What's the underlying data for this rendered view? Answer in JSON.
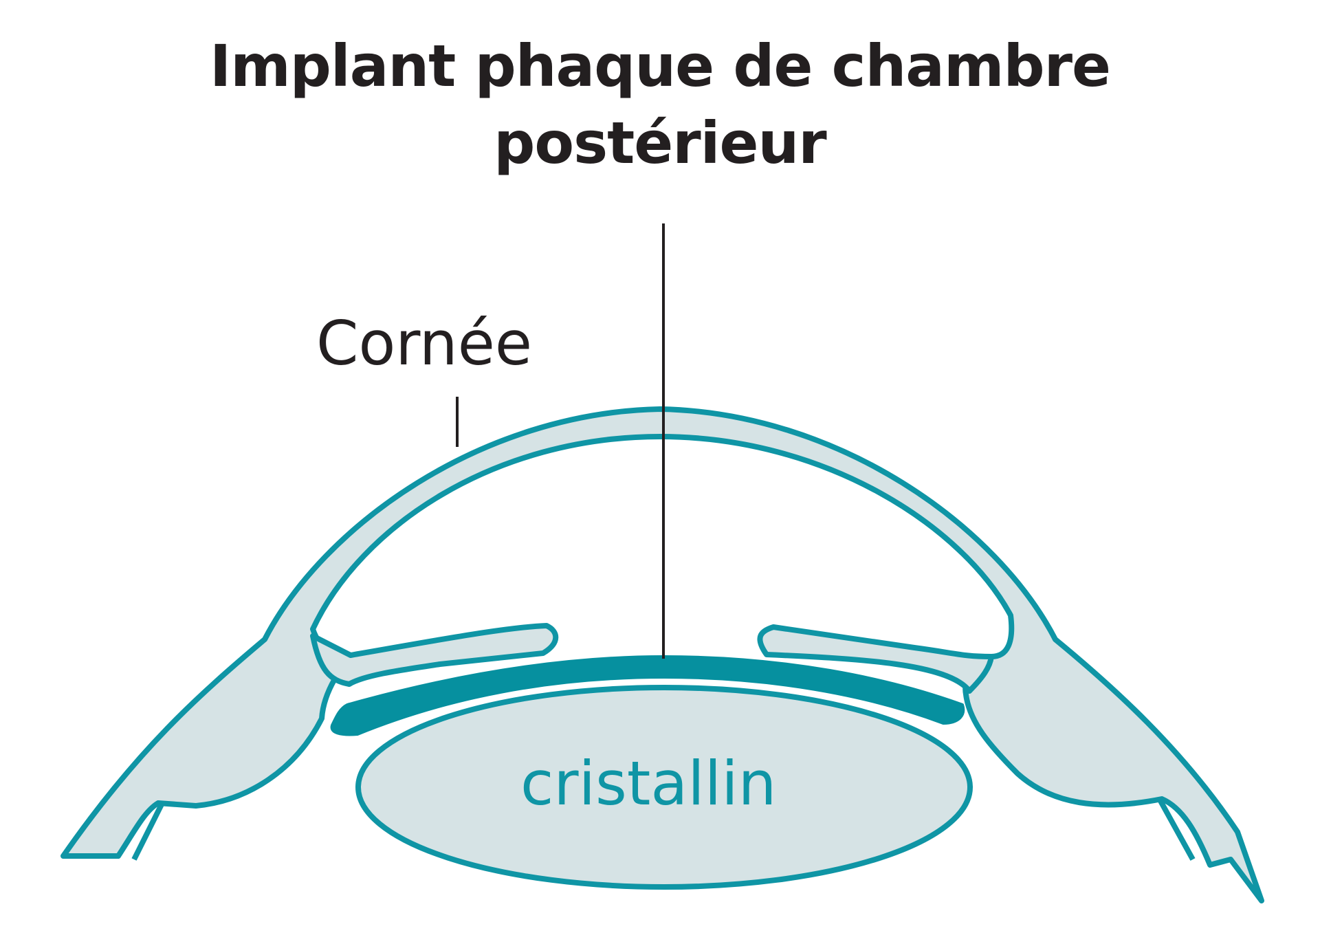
{
  "title": {
    "line1": "Implant phaque de chambre",
    "line2": "postérieur"
  },
  "labels": {
    "cornea": "Cornée",
    "lens": "cristallin"
  },
  "colors": {
    "outline": "#0f95a5",
    "tissue_fill": "#d6e3e5",
    "implant_fill": "#06909f",
    "leader_line": "#231f20",
    "text_dark": "#231f20"
  }
}
